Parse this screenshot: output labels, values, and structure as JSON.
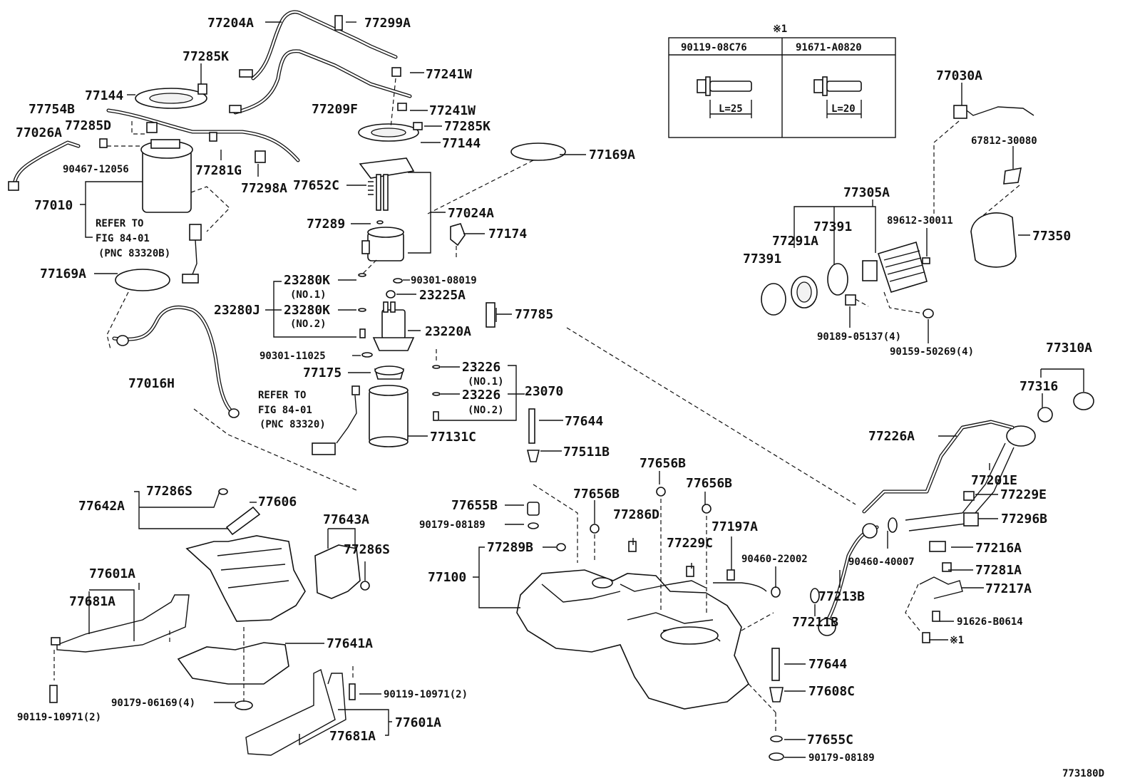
{
  "figure_code": "773180D",
  "note_mark": "※1",
  "note_table": {
    "headers": [
      "90119-08C76",
      "91671-A0820"
    ],
    "lengths": [
      "L=25",
      "L=20"
    ]
  },
  "labels": {
    "p77204A": "77204A",
    "p77299A": "77299A",
    "p77285K_1": "77285K",
    "p77241W_1": "77241W",
    "p77144_1": "77144",
    "p77754B": "77754B",
    "p77285D": "77285D",
    "p77209F": "77209F",
    "p77241W_2": "77241W",
    "p77285K_2": "77285K",
    "p77144_2": "77144",
    "p77026A": "77026A",
    "p90467": "90467-12056",
    "p77281G": "77281G",
    "p77298A": "77298A",
    "p77652C": "77652C",
    "p77169A_1": "77169A",
    "p77010": "77010",
    "p77024A": "77024A",
    "p77289": "77289",
    "p77174": "77174",
    "p77169A_2": "77169A",
    "p23280K_1": "23280K",
    "p90301_08019": "90301-08019",
    "p23225A": "23225A",
    "p23280J": "23280J",
    "p23280K_2": "23280K",
    "p77785": "77785",
    "p23220A": "23220A",
    "p90301_11025": "90301-11025",
    "p77016H": "77016H",
    "p77175": "77175",
    "p23226_1": "23226",
    "p23226_2": "23226",
    "p23070": "23070",
    "p77644_1": "77644",
    "p77131C": "77131C",
    "p77511B": "77511B",
    "p77030A": "77030A",
    "p67812": "67812-30080",
    "p77305A": "77305A",
    "p89612": "89612-30011",
    "p77391_1": "77391",
    "p77291A": "77291A",
    "p77350": "77350",
    "p77391_2": "77391",
    "p90189": "90189-05137(4)",
    "p90159": "90159-50269(4)",
    "p77310A": "77310A",
    "p77316": "77316",
    "p77226A": "77226A",
    "p77201E": "77201E",
    "p77229E": "77229E",
    "p77296B": "77296B",
    "p77656B_1": "77656B",
    "p77656B_2": "77656B",
    "p77656B_3": "77656B",
    "p77642A": "77642A",
    "p77286S_1": "77286S",
    "p77606": "77606",
    "p77655B": "77655B",
    "p90179_08189_1": "90179-08189",
    "p77286D": "77286D",
    "p77197A": "77197A",
    "p77643A": "77643A",
    "p77286S_2": "77286S",
    "p77229C": "77229C",
    "p77289B": "77289B",
    "p90460_22002": "90460-22002",
    "p90460_40007": "90460-40007",
    "p77216A": "77216A",
    "p77601A_1": "77601A",
    "p77100": "77100",
    "p77213B": "77213B",
    "p77281A": "77281A",
    "p77681A_1": "77681A",
    "p77217A": "77217A",
    "p77211B": "77211B",
    "p91626": "91626-B0614",
    "p77641A": "77641A",
    "p77644_2": "77644",
    "p90119_1": "90119-10971(2)",
    "p90179_06169": "90179-06169(4)",
    "p90119_2": "90119-10971(2)",
    "p77608C": "77608C",
    "p77601A_2": "77601A",
    "p77681A_2": "77681A",
    "p77655C": "77655C",
    "p90179_08189_2": "90179-08189"
  },
  "notes": {
    "refer1_a": "REFER TO",
    "refer1_b": "FIG 84-01",
    "refer1_c": "(PNC 83320B)",
    "refer2_a": "REFER TO",
    "refer2_b": "FIG 84-01",
    "refer2_c": "(PNC 83320)",
    "no1_a": "(NO.1)",
    "no2_a": "(NO.2)",
    "no1_b": "(NO.1)",
    "no2_b": "(NO.2)"
  }
}
